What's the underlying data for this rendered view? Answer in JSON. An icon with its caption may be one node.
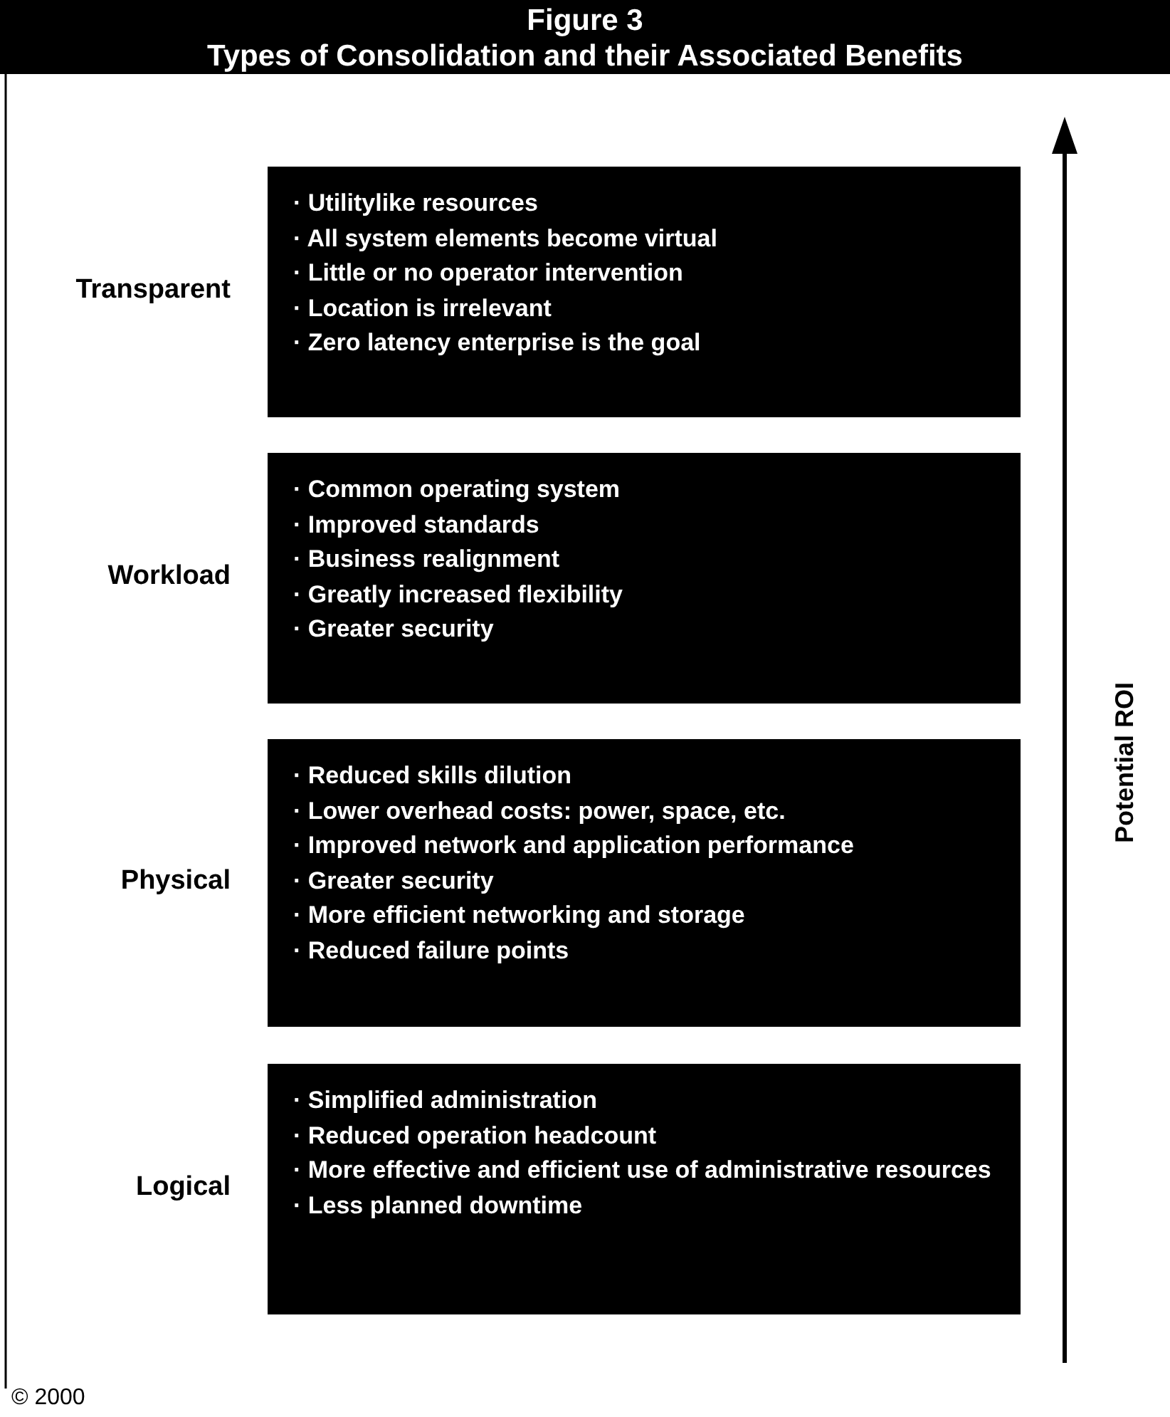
{
  "diagram": {
    "title": "Figure 3 Types of Consolidation and their Associated Benefits",
    "nodes": [
      {
        "text": [
          "· Utilitylike resources",
          "· All system elements become virtual",
          "· Little or no operator intervention",
          "· Location is irrelevant",
          "· Zero latency enterprise is the goal"
        ],
        "beside": [
          "Transparent"
        ]
      },
      {
        "text": [
          "· Common operating system",
          "· Improved standards",
          "· Business realignment",
          "· Greatly increased flexibility",
          "· Greater security"
        ],
        "beside": [
          "Workload"
        ]
      },
      {
        "text": [
          "· Reduced skills dilution",
          "· Lower overhead costs: power, space, etc.",
          "· Improved network and application performance",
          "· Greater security",
          "· More efficient networking and storage",
          "· Reduced failure points"
        ],
        "beside": [
          "Physical"
        ]
      },
      {
        "text": [
          "· Simplified administration",
          "· Reduced operation headcount",
          "· More effective and efficient use of administrative resources",
          "· Less planned downtime"
        ],
        "beside": [
          "Logical"
        ]
      }
    ],
    "labels": [
      "Potential ROI"
    ],
    "caption": "© 2000"
  }
}
